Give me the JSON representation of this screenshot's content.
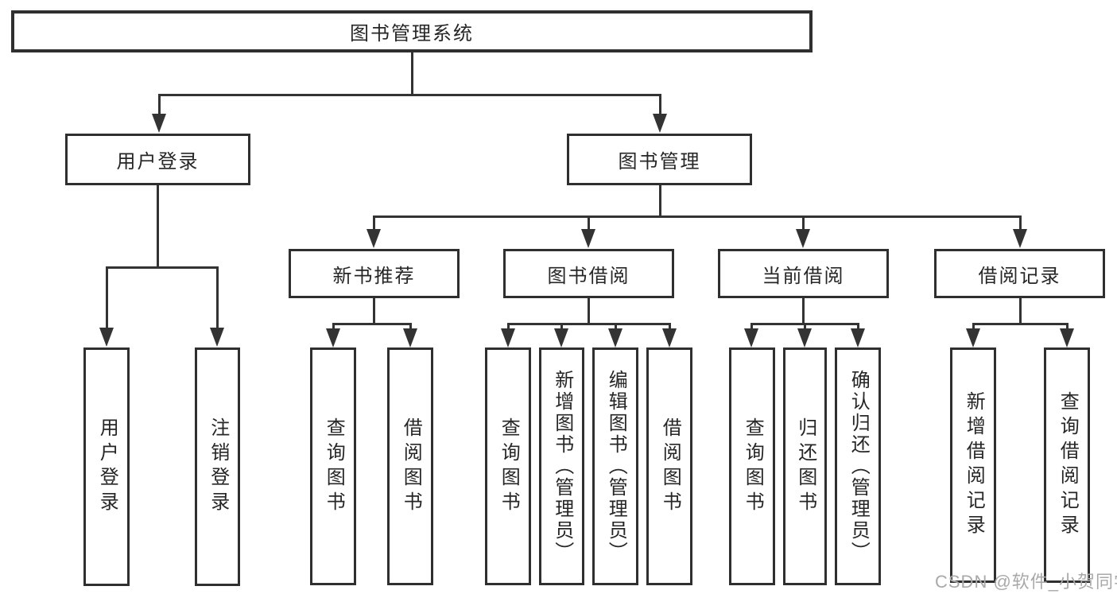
{
  "diagram": {
    "title": "图书管理系统",
    "root": {
      "label": "图书管理系统"
    },
    "level2": [
      {
        "label": "用户登录"
      },
      {
        "label": "图书管理"
      }
    ],
    "categories": [
      {
        "label": "新书推荐"
      },
      {
        "label": "图书借阅"
      },
      {
        "label": "当前借阅"
      },
      {
        "label": "借阅记录"
      }
    ],
    "leaves": {
      "user_login": [
        "用户登录",
        "注销登录"
      ],
      "new_books": [
        "查询图书",
        "借阅图书"
      ],
      "book_borrow": [
        "查询图书",
        "新增图书（管理员）",
        "编辑图书（管理员）",
        "借阅图书"
      ],
      "current_borrow": [
        "查询图书",
        "归还图书",
        "确认归还（管理员）"
      ],
      "borrow_records": [
        "新增借阅记录",
        "查询借阅记录"
      ]
    }
  },
  "watermark": {
    "text": "CSDN @软件_小贺同学"
  },
  "colors": {
    "line": "#333333",
    "border": "#2f2f2f",
    "text": "#262626",
    "watermark": "#a9a9a9",
    "background": "#ffffff"
  }
}
